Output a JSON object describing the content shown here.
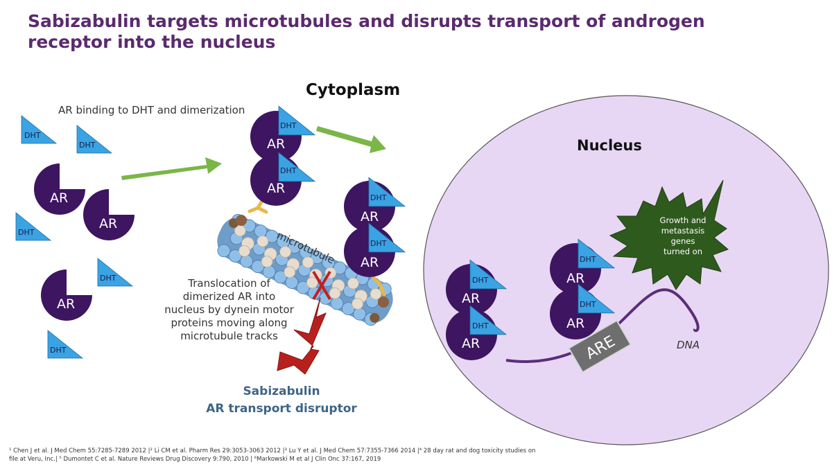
{
  "title": "Sabizabulin targets microtubules and disrupts transport of androgen receptor into the nucleus",
  "labels": {
    "cytoplasm": "Cytoplasm",
    "nucleus": "Nucleus",
    "step": "AR binding to DHT and dimerization",
    "microtubule": "microtubule",
    "translocation_lines": [
      "Translocation of",
      "dimerized AR into",
      "nucleus by dynein motor",
      "proteins moving along",
      "microtubule tracks"
    ],
    "gene_lines": [
      "Growth and",
      "metastasis",
      "genes",
      "turned on"
    ],
    "dna": "DNA",
    "are": "ARE",
    "ar": "AR",
    "dht": "DHT"
  },
  "drug": {
    "name": "Sabizabulin",
    "role": "AR transport disruptor"
  },
  "footnote": {
    "line1": "¹ Chen J et al. J Med Chem 55:7285-7289 2012 |² Li CM et al. Pharm Res 29:3053-3063 2012 |³ Lu Y et al. J Med Chem 57:7355-7366 2014 |⁴ 28 day rat and dog toxicity studies on",
    "line2": "file at Veru, Inc.| ⁵ Dumontet C et al. Nature Reviews Drug Discovery 9:790, 2010 | ⁶Markowski M et al J Clin Onc 37:167, 2019"
  },
  "colors": {
    "title": "#5b2a6e",
    "ar_receptor": "#3d1560",
    "dht_ligand": "#3aa3e3",
    "arrow": "#7ab648",
    "nucleus_fill": "#e8d7f4",
    "gene_burst": "#2f5a1e",
    "drug": "#b8201e",
    "dna": "#5a2e7a",
    "are_box": "#6e6e6e"
  }
}
